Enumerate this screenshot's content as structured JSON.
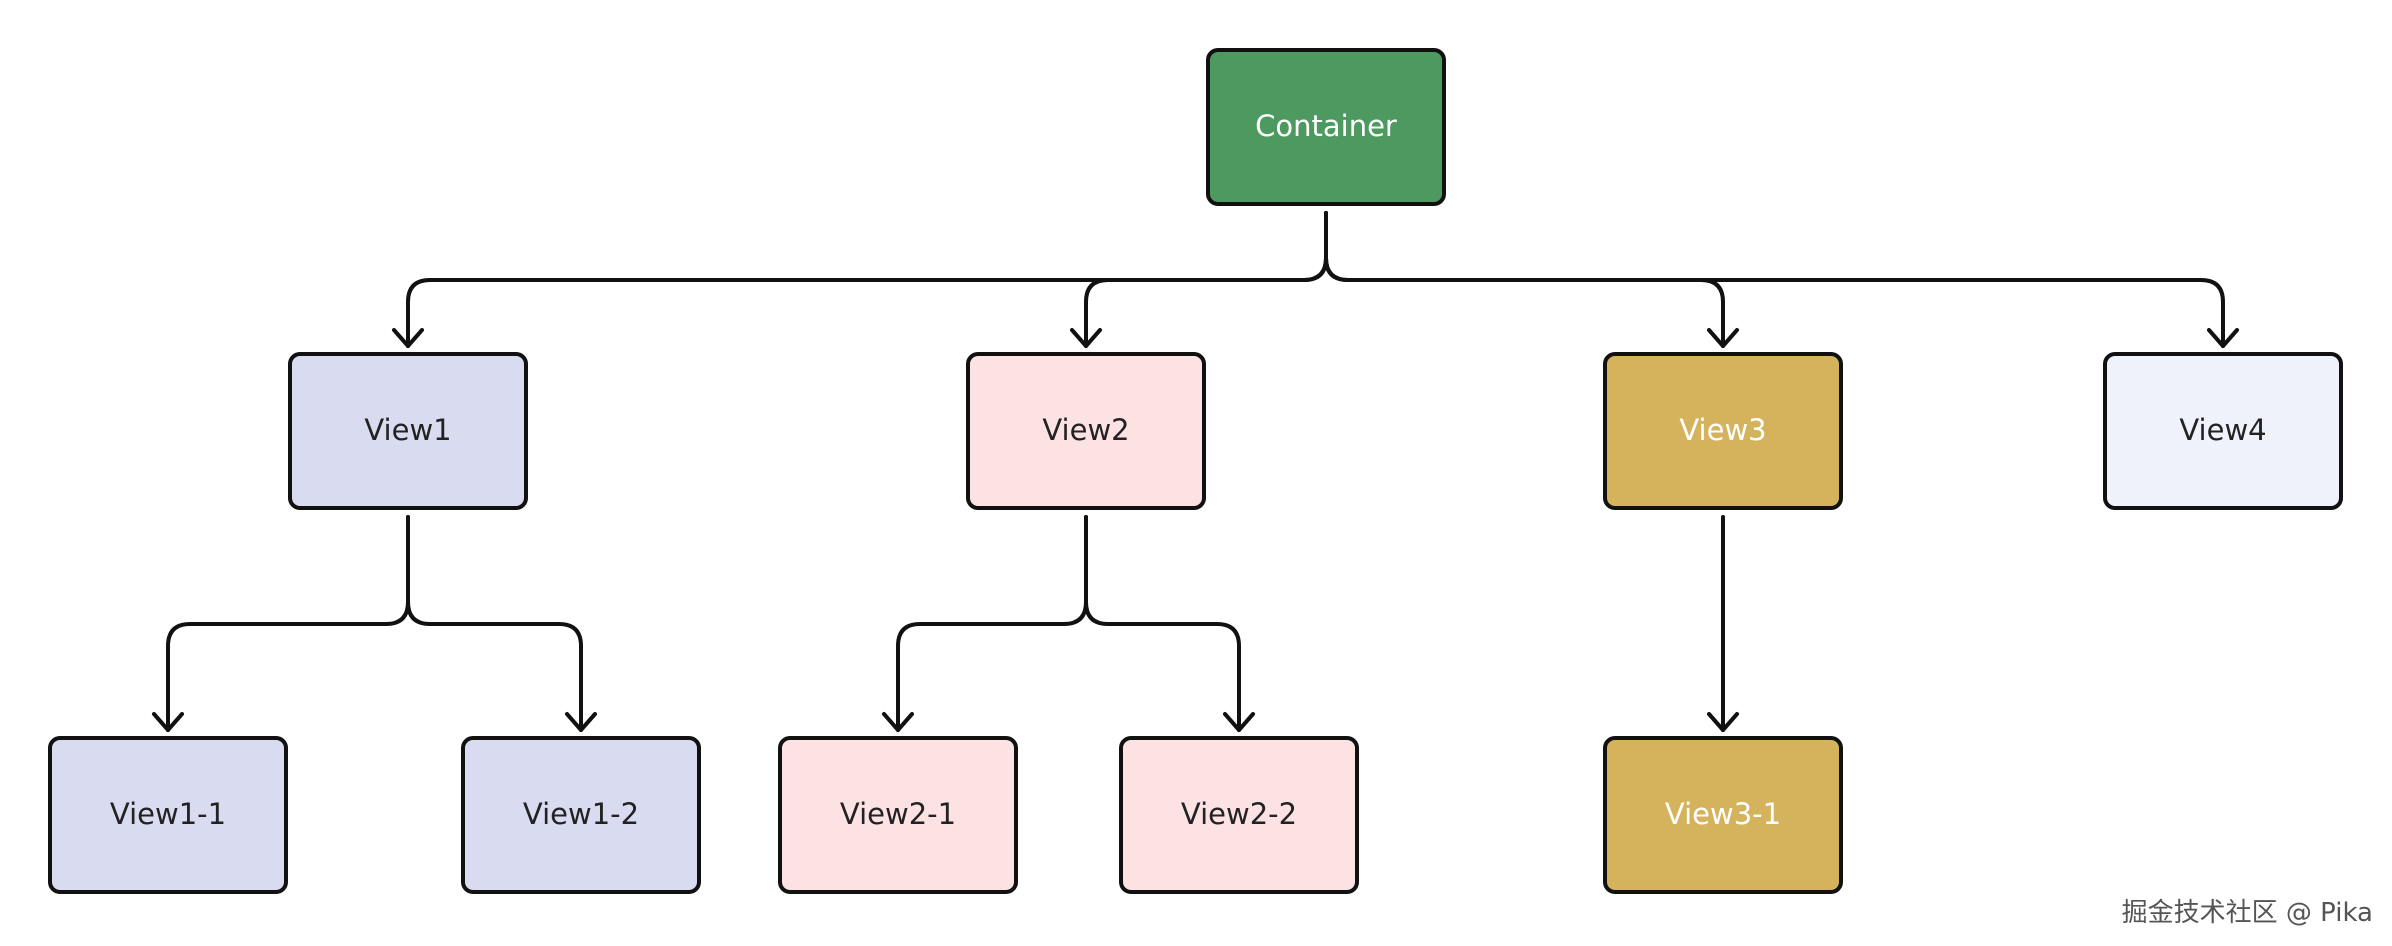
{
  "diagram": {
    "nodes": [
      {
        "id": "container",
        "label": "Container",
        "fill": "#4e9960",
        "text_color": "#ffffff"
      },
      {
        "id": "view1",
        "label": "View1",
        "fill": "#d9dcf0",
        "text_color": "#222222"
      },
      {
        "id": "view2",
        "label": "View2",
        "fill": "#fde2e3",
        "text_color": "#222222"
      },
      {
        "id": "view3",
        "label": "View3",
        "fill": "#d4b35c",
        "text_color": "#ffffff"
      },
      {
        "id": "view4",
        "label": "View4",
        "fill": "#eff2fa",
        "text_color": "#222222"
      },
      {
        "id": "view1-1",
        "label": "View1-1",
        "fill": "#d9dcf0",
        "text_color": "#222222"
      },
      {
        "id": "view1-2",
        "label": "View1-2",
        "fill": "#d9dcf0",
        "text_color": "#222222"
      },
      {
        "id": "view2-1",
        "label": "View2-1",
        "fill": "#fde2e3",
        "text_color": "#222222"
      },
      {
        "id": "view2-2",
        "label": "View2-2",
        "fill": "#fde2e3",
        "text_color": "#222222"
      },
      {
        "id": "view3-1",
        "label": "View3-1",
        "fill": "#d4b35c",
        "text_color": "#ffffff"
      }
    ],
    "edges": [
      {
        "from": "container",
        "to": "view1"
      },
      {
        "from": "container",
        "to": "view2"
      },
      {
        "from": "container",
        "to": "view3"
      },
      {
        "from": "container",
        "to": "view4"
      },
      {
        "from": "view1",
        "to": "view1-1"
      },
      {
        "from": "view1",
        "to": "view1-2"
      },
      {
        "from": "view2",
        "to": "view2-1"
      },
      {
        "from": "view2",
        "to": "view2-2"
      },
      {
        "from": "view3",
        "to": "view3-1"
      }
    ],
    "stroke_color": "#111111"
  },
  "watermark": "掘金技术社区 @ Pika"
}
